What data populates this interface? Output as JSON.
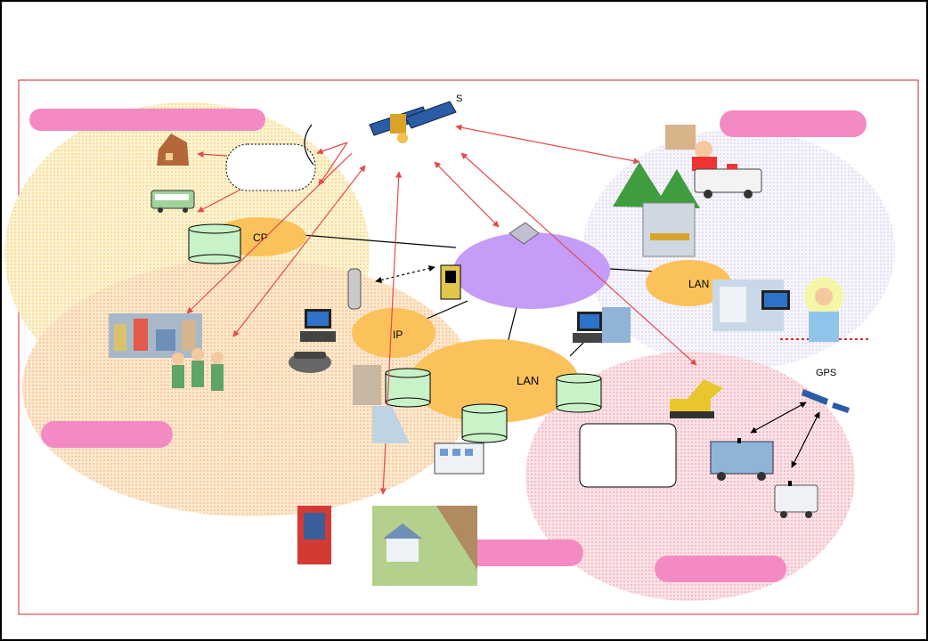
{
  "labels": {
    "satellite": "S",
    "cp": "CP",
    "ip": "IP",
    "lan_center": "LAN",
    "lan_right": "LAN",
    "gps": "GPS"
  },
  "colors": {
    "outer_border": "#000000",
    "frame": "#d9262e",
    "pink_label": "#f48ac4",
    "hub_purple": "#c59cf7",
    "orange_node": "#fbc25b",
    "database": "#c8f2c8",
    "zone_yellow": "#fbe6a7",
    "zone_peach": "#f9cf9d",
    "zone_pink": "#f7c3cb",
    "zone_lilac": "#e6e2f5",
    "red_link": "#e44a4a"
  }
}
